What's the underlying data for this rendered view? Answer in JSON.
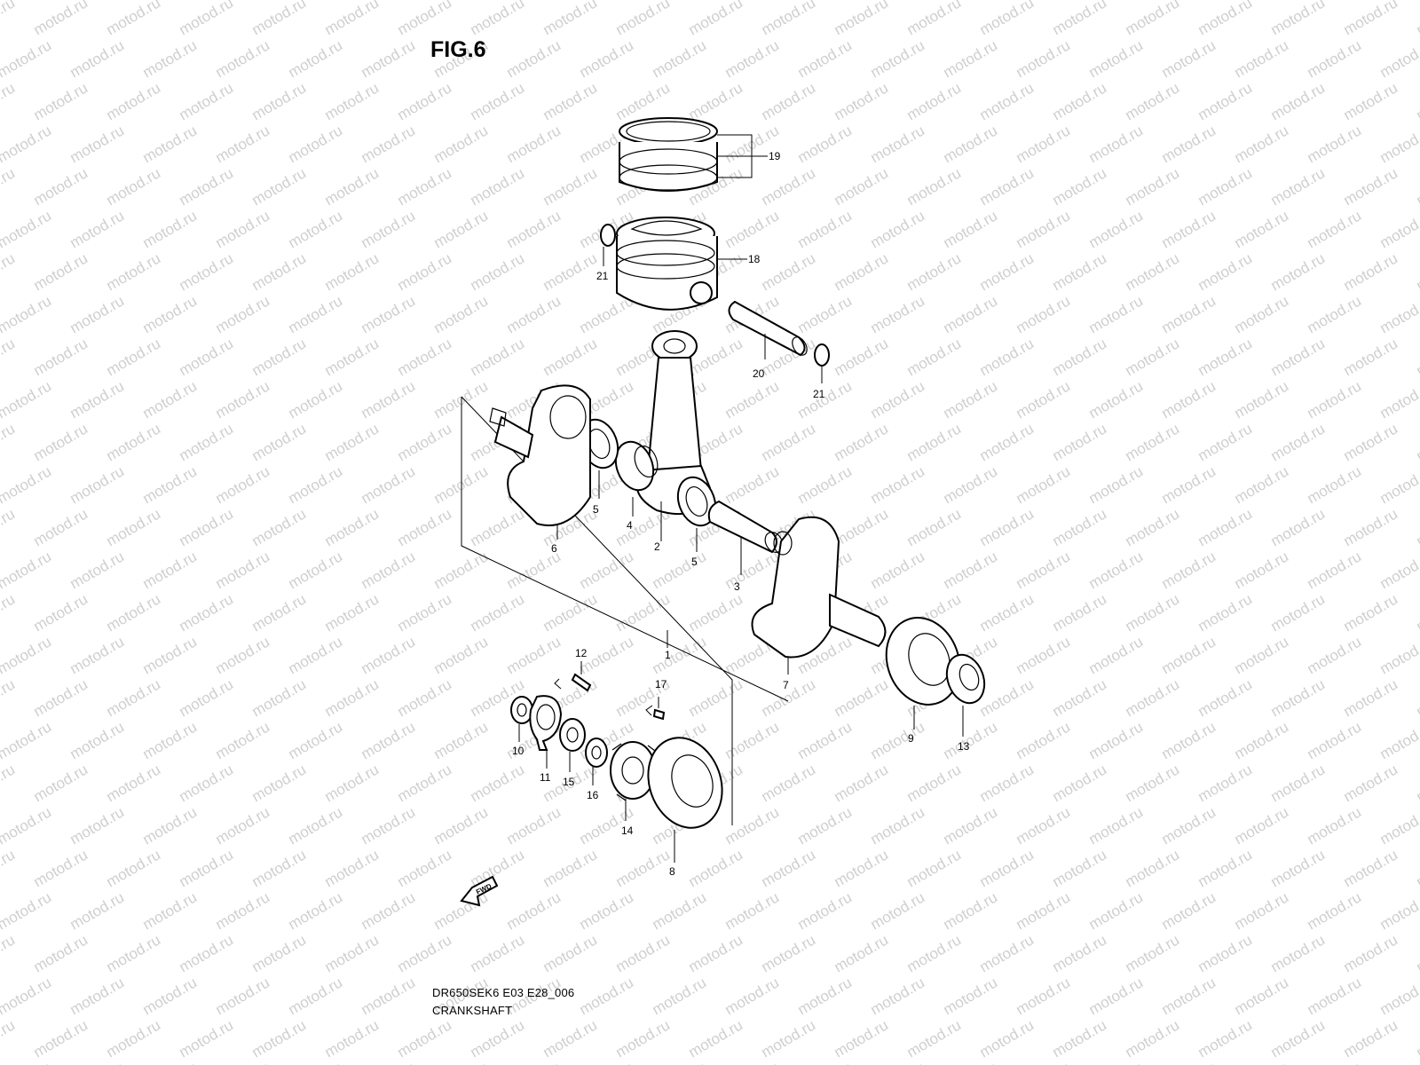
{
  "figure": {
    "title": "FIG.6",
    "code": "DR650SEK6 E03 E28_006",
    "name": "CRANKSHAFT",
    "watermark": "motod.ru",
    "fwd_label": "FWD"
  },
  "callouts": [
    "19",
    "18",
    "21",
    "20",
    "21",
    "5",
    "4",
    "2",
    "5",
    "3",
    "6",
    "7",
    "1",
    "12",
    "17",
    "10",
    "11",
    "15",
    "16",
    "14",
    "8",
    "9",
    "13"
  ],
  "colors": {
    "line": "#000000",
    "watermark": "#cfcfcf",
    "background": "#ffffff"
  }
}
